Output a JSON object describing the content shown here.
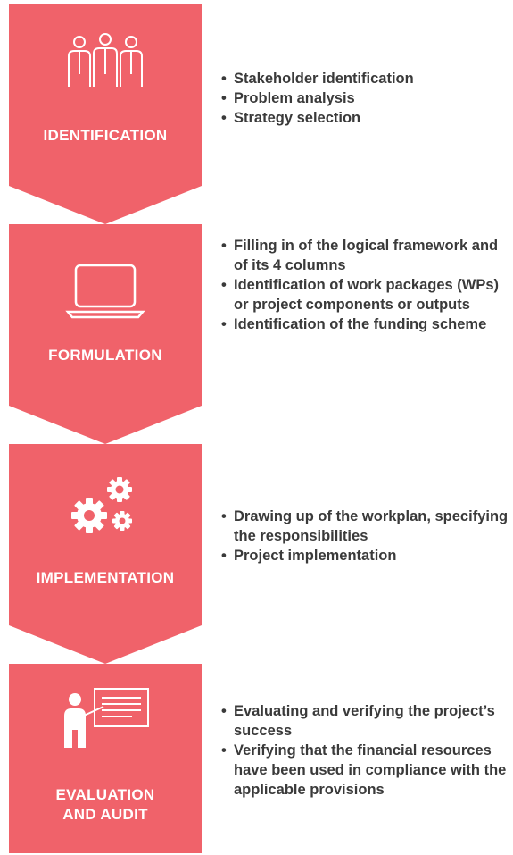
{
  "colors": {
    "stage_fill": "#f0626a",
    "text": "#3a3a3a",
    "label": "#ffffff"
  },
  "stages": [
    {
      "label": "IDENTIFICATION",
      "icon": "people-group-icon",
      "bullets": [
        "Stakeholder identification",
        "Problem analysis",
        "Strategy selection"
      ]
    },
    {
      "label": "FORMULATION",
      "icon": "laptop-icon",
      "bullets": [
        "Filling in of the logical framework and of its 4 columns",
        "Identification of work packages (WPs) or project components or outputs",
        "Identification of the funding scheme"
      ]
    },
    {
      "label": "IMPLEMENTATION",
      "icon": "gears-icon",
      "bullets": [
        "Drawing up of the workplan, specifying the responsibilities",
        "Project implementation"
      ]
    },
    {
      "label": "EVALUATION\nAND AUDIT",
      "icon": "presenter-board-icon",
      "bullets": [
        "Evaluating and verifying the project’s success",
        "Verifying that the financial resources have been used in compliance with the applicable provisions"
      ]
    }
  ]
}
